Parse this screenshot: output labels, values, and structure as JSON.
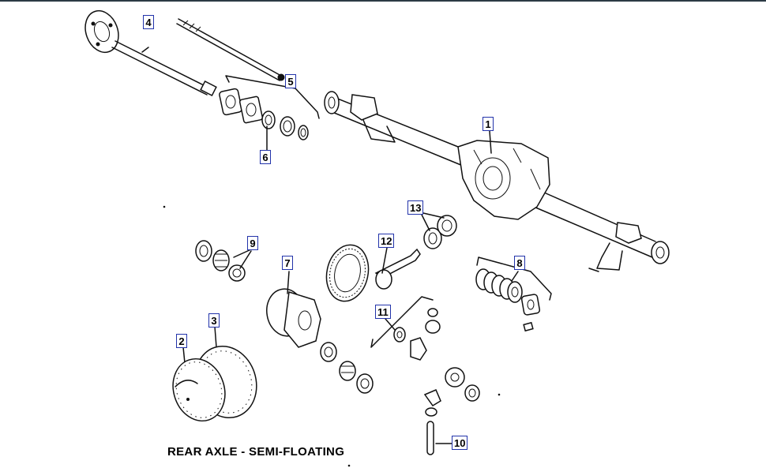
{
  "caption": "REAR AXLE - SEMI-FLOATING",
  "callouts": {
    "c1": "1",
    "c2": "2",
    "c3": "3",
    "c4": "4",
    "c5": "5",
    "c6": "6",
    "c7": "7",
    "c8": "8",
    "c9": "9",
    "c10": "10",
    "c11": "11",
    "c12": "12",
    "c13": "13"
  },
  "colors": {
    "callout_border": "#2233aa",
    "line_art": "#111111",
    "frame": "#2b3a44"
  }
}
